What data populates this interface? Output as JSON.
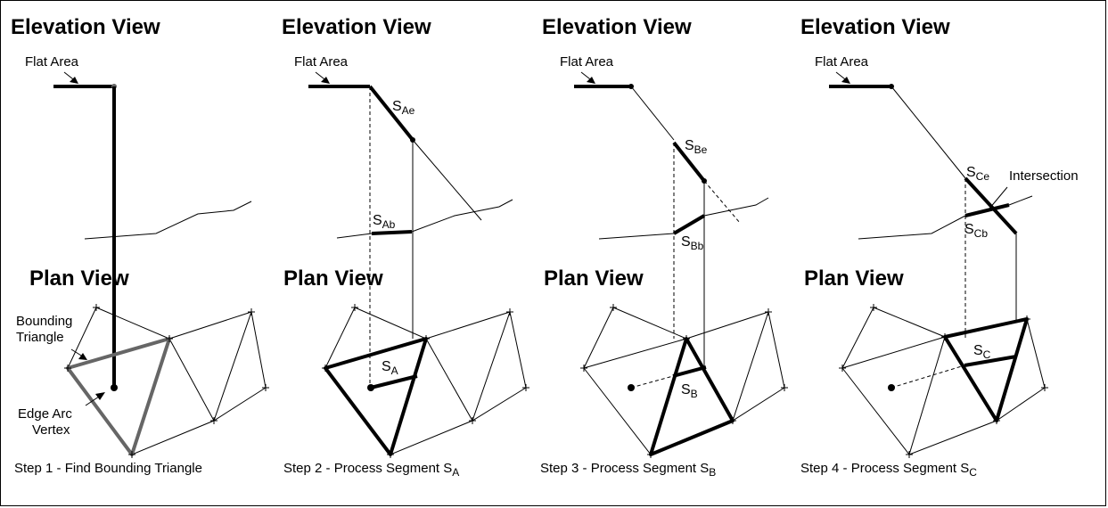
{
  "panels": [
    {
      "elevation_title": "Elevation View",
      "plan_title": "Plan View",
      "flat_area": "Flat Area",
      "step_label": "Step 1 - Find Bounding Triangle",
      "annotations": {
        "bounding_1": "Bounding",
        "bounding_2": "Triangle",
        "edge_1": "Edge Arc",
        "edge_2": "Vertex"
      }
    },
    {
      "elevation_title": "Elevation View",
      "plan_title": "Plan View",
      "flat_area": "Flat Area",
      "step_label_main": "Step 2 - Process Segment S",
      "step_label_sub": "A",
      "segments": {
        "elev_top": {
          "main": "S",
          "sub": "Ae"
        },
        "elev_bottom": {
          "main": "S",
          "sub": "Ab"
        },
        "plan": {
          "main": "S",
          "sub": "A"
        }
      }
    },
    {
      "elevation_title": "Elevation View",
      "plan_title": "Plan View",
      "flat_area": "Flat Area",
      "step_label_main": "Step 3 - Process Segment S",
      "step_label_sub": "B",
      "segments": {
        "elev_top": {
          "main": "S",
          "sub": "Be"
        },
        "elev_bottom": {
          "main": "S",
          "sub": "Bb"
        },
        "plan": {
          "main": "S",
          "sub": "B"
        }
      }
    },
    {
      "elevation_title": "Elevation View",
      "plan_title": "Plan View",
      "flat_area": "Flat Area",
      "step_label_main": "Step 4 - Process Segment S",
      "step_label_sub": "C",
      "intersection": "Intersection",
      "segments": {
        "elev_top": {
          "main": "S",
          "sub": "Ce"
        },
        "elev_bottom": {
          "main": "S",
          "sub": "Cb"
        },
        "plan": {
          "main": "S",
          "sub": "C"
        }
      }
    }
  ]
}
